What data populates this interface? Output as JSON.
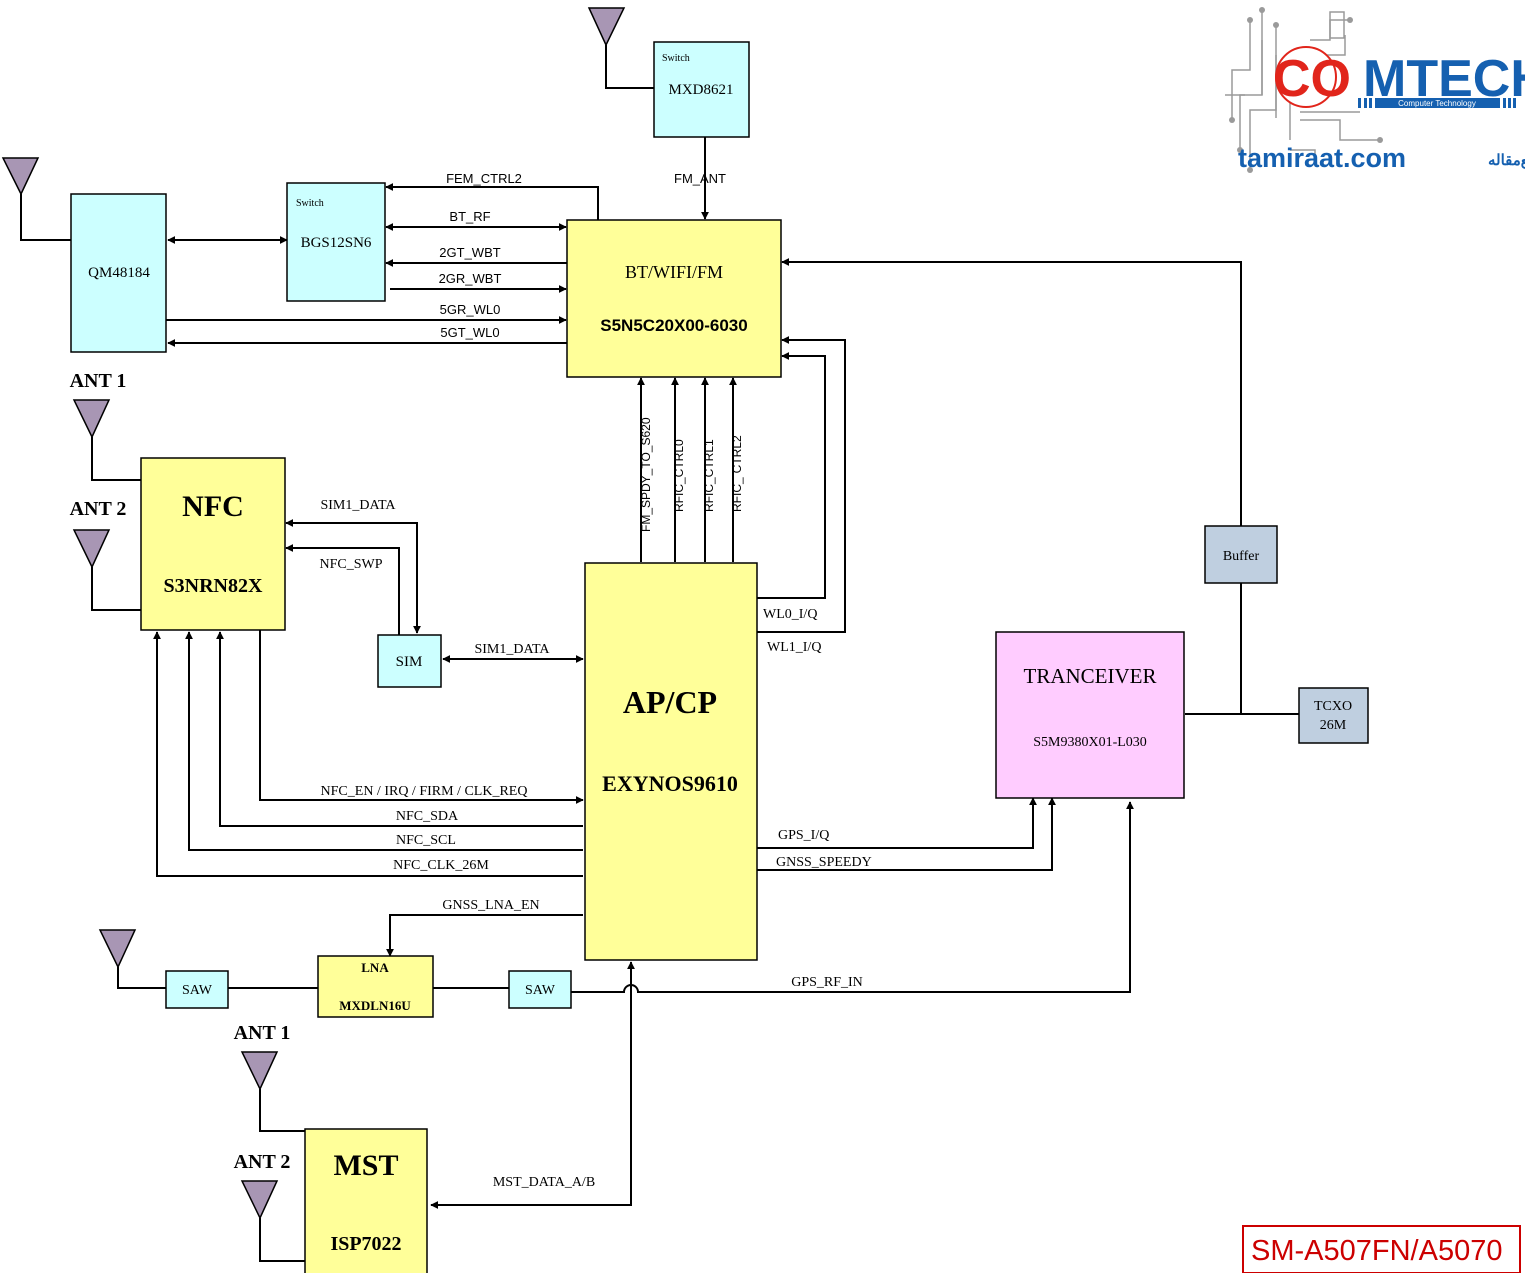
{
  "logo": {
    "text_co": "CO",
    "text_mtech": "MTECH",
    "tagline": "Computer Technology",
    "site": "tamiraat.com",
    "source_label": "منبع‌مقاله"
  },
  "blocks": {
    "switch_top": {
      "caption": "Switch",
      "name": "MXD8621"
    },
    "switch_left": {
      "caption": "Switch",
      "name": "BGS12SN6"
    },
    "qm": {
      "name": "QM48184"
    },
    "wifi": {
      "title": "BT/WIFI/FM",
      "part": "S5N5C20X00-6030"
    },
    "nfc": {
      "title": "NFC",
      "part": "S3NRN82X"
    },
    "sim": {
      "name": "SIM"
    },
    "apcp": {
      "title": "AP/CP",
      "part": "EXYNOS9610"
    },
    "buffer": {
      "name": "Buffer"
    },
    "transceiver": {
      "title": "TRANCEIVER",
      "part": "S5M9380X01-L030"
    },
    "tcxo": {
      "line1": "TCXO",
      "line2": "26M"
    },
    "lna": {
      "title": "LNA",
      "part": "MXDLN16U"
    },
    "saw1": {
      "name": "SAW"
    },
    "saw2": {
      "name": "SAW"
    },
    "mst": {
      "title": "MST",
      "part": "ISP7022"
    }
  },
  "antennas": {
    "nfc_ant1": "ANT 1",
    "nfc_ant2": "ANT 2",
    "mst_ant1": "ANT 1",
    "mst_ant2": "ANT 2"
  },
  "signals": {
    "fm_ant": "FM_ANT",
    "fem_ctrl2": "FEM_CTRL2",
    "bt_rf": "BT_RF",
    "gt_wbt": "2GT_WBT",
    "gr_wbt": "2GR_WBT",
    "gr_wl0": "5GR_WL0",
    "gt_wl0": "5GT_WL0",
    "fm_spdy": "FM_SPDY_TO_S620",
    "rfic_ctrl0": "RFIC_CTRL0",
    "rfic_ctrl1": "RFIC_CTRL1",
    "rfic_ctrl2": "RFIC_`CTRL2",
    "wl0_iq": "WL0_I/Q",
    "wl1_iq": "WL1_I/Q",
    "sim1_data_nfc": "SIM1_DATA",
    "nfc_swp": "NFC_SWP",
    "sim1_data_ap": "SIM1_DATA",
    "nfc_en": "NFC_EN / IRQ / FIRM / CLK_REQ",
    "nfc_sda": "NFC_SDA",
    "nfc_scl": "NFC_SCL",
    "nfc_clk": "NFC_CLK_26M",
    "gps_iq": "GPS_I/Q",
    "gnss_speedy": "GNSS_SPEEDY",
    "gnss_lna_en": "GNSS_LNA_EN",
    "gps_rf_in": "GPS_RF_IN",
    "mst_data": "MST_DATA_A/B"
  },
  "model": "SM-A507FN/A5070",
  "colors": {
    "yellow": "#ffff99",
    "cyan": "#ccffff",
    "slate": "#bfcfe0",
    "pink": "#ffccff",
    "antenna": "#a896b4",
    "logo_red": "#e1251b",
    "logo_blue": "#1560b0",
    "label_red": "#cc0000"
  }
}
